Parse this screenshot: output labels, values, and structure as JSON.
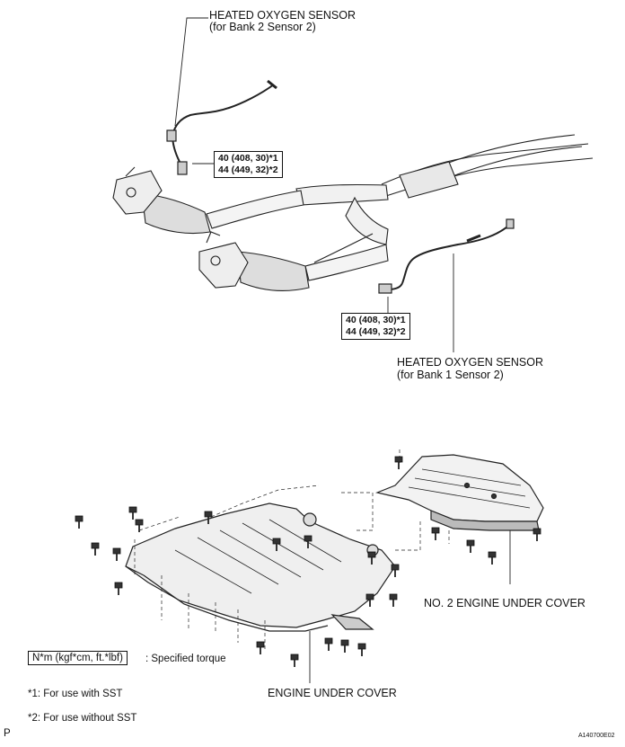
{
  "sensor_bank2": {
    "title": "HEATED OXYGEN SENSOR",
    "subtitle": "(for Bank 2 Sensor 2)",
    "torque_1": "40 (408, 30)*1",
    "torque_2": "44 (449, 32)*2"
  },
  "sensor_bank1": {
    "title": "HEATED OXYGEN SENSOR",
    "subtitle": "(for Bank 1 Sensor 2)",
    "torque_1": "40 (408, 30)*1",
    "torque_2": "44 (449, 32)*2"
  },
  "covers": {
    "no2_label": "NO. 2 ENGINE UNDER COVER",
    "main_label": "ENGINE UNDER COVER"
  },
  "legend": {
    "unit_box": "N*m (kgf*cm, ft.*lbf)",
    "unit_desc": ": Specified torque",
    "note_1": "*1: For use with SST",
    "note_2": "*2: For use without SST"
  },
  "corner_left": "P",
  "figure_id": "A140700E02"
}
